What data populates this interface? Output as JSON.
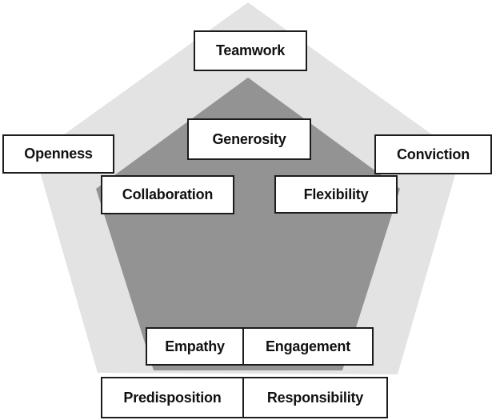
{
  "diagram": {
    "type": "pentagon-values-diagram",
    "colors": {
      "background": "#ffffff",
      "outer_pentagon": "#e3e3e3",
      "inner_pentagon": "#939393",
      "box_fill": "#ffffff",
      "box_border": "#1c1c1c",
      "text": "#111111"
    },
    "nodes": {
      "teamwork": "Teamwork",
      "generosity": "Generosity",
      "openness": "Openness",
      "conviction": "Conviction",
      "collaboration": "Collaboration",
      "flexibility": "Flexibility",
      "empathy": "Empathy",
      "engagement": "Engagement",
      "predisposition": "Predisposition",
      "responsibility": "Responsibility"
    }
  }
}
